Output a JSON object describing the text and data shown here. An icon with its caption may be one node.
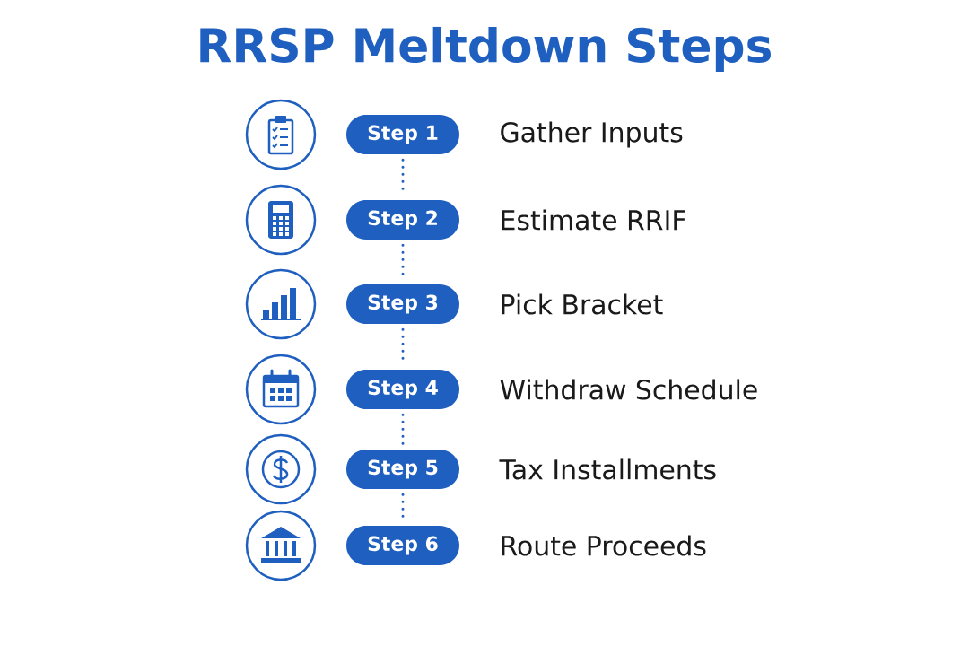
{
  "diagram": {
    "title": "RRSP Meltdown Steps",
    "nodes": [
      {
        "text": [
          "Step 1"
        ],
        "beside": [
          "Gather Inputs"
        ]
      },
      {
        "text": [
          "Step 2"
        ],
        "beside": [
          "Estimate RRIF"
        ]
      },
      {
        "text": [
          "Step 3"
        ],
        "beside": [
          "Pick Bracket"
        ]
      },
      {
        "text": [
          "Step 4"
        ],
        "beside": [
          "Withdraw Schedule"
        ]
      },
      {
        "text": [
          "Step 5"
        ],
        "beside": [
          "Tax Installments"
        ]
      },
      {
        "text": [
          "Step 6"
        ],
        "beside": [
          "Route Proceeds"
        ]
      }
    ],
    "edges": [
      {
        "from": 0,
        "to": 1,
        "arrow": "none",
        "style": "dashed"
      },
      {
        "from": 1,
        "to": 2,
        "arrow": "none",
        "style": "dashed"
      },
      {
        "from": 2,
        "to": 3,
        "arrow": "none",
        "style": "dashed"
      },
      {
        "from": 3,
        "to": 4,
        "arrow": "none",
        "style": "dashed"
      },
      {
        "from": 4,
        "to": 5,
        "arrow": "none",
        "style": "dashed"
      }
    ]
  }
}
